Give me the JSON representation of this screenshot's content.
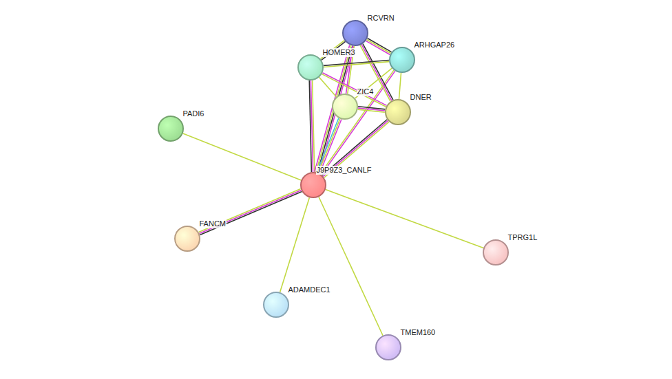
{
  "diagram": {
    "nodes": [
      {
        "text": [
          "RCVRN"
        ]
      },
      {
        "text": [
          "HOMER3"
        ]
      },
      {
        "text": [
          "ARHGAP26"
        ]
      },
      {
        "text": [
          "ZIC4"
        ]
      },
      {
        "text": [
          "DNER"
        ]
      },
      {
        "text": [
          "PADI6"
        ]
      },
      {
        "text": [
          "J9P9Z3_CANLF"
        ]
      },
      {
        "text": [
          "FANCM"
        ]
      },
      {
        "text": [
          "TPRG1L"
        ]
      },
      {
        "text": [
          "ADAMDEC1"
        ]
      },
      {
        "text": [
          "TMEM160"
        ]
      }
    ],
    "edges": [
      {
        "from": 6,
        "to": 5,
        "arrow": "none"
      },
      {
        "from": 6,
        "to": 7,
        "arrow": "none"
      },
      {
        "from": 6,
        "to": 9,
        "arrow": "none"
      },
      {
        "from": 6,
        "to": 10,
        "arrow": "none"
      },
      {
        "from": 6,
        "to": 8,
        "arrow": "none"
      },
      {
        "from": 6,
        "to": 1,
        "arrow": "none"
      },
      {
        "from": 6,
        "to": 0,
        "arrow": "none"
      },
      {
        "from": 6,
        "to": 3,
        "arrow": "none"
      },
      {
        "from": 6,
        "to": 4,
        "arrow": "none"
      },
      {
        "from": 6,
        "to": 2,
        "arrow": "none"
      },
      {
        "from": 0,
        "to": 1,
        "arrow": "none"
      },
      {
        "from": 0,
        "to": 2,
        "arrow": "none"
      },
      {
        "from": 0,
        "to": 3,
        "arrow": "none"
      },
      {
        "from": 0,
        "to": 4,
        "arrow": "none"
      },
      {
        "from": 1,
        "to": 2,
        "arrow": "none"
      },
      {
        "from": 1,
        "to": 3,
        "arrow": "none"
      },
      {
        "from": 1,
        "to": 4,
        "arrow": "none"
      },
      {
        "from": 2,
        "to": 3,
        "arrow": "none"
      },
      {
        "from": 2,
        "to": 4,
        "arrow": "none"
      },
      {
        "from": 3,
        "to": 4,
        "arrow": "none"
      }
    ]
  }
}
